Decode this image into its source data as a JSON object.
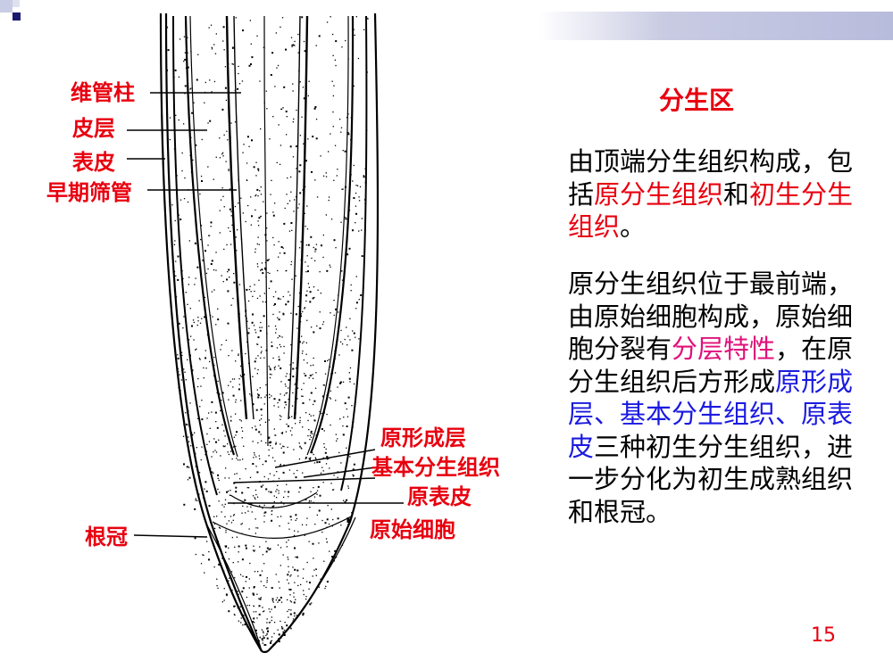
{
  "diagram": {
    "labels": {
      "vascular_cylinder": "维管柱",
      "cortex": "皮层",
      "epidermis": "表皮",
      "early_sieve_tube": "早期筛管",
      "procambium": "原形成层",
      "ground_meristem": "基本分生组织",
      "protoderm": "原表皮",
      "initial_cells": "原始细胞",
      "root_cap": "根冠"
    }
  },
  "content": {
    "title": "分生区",
    "para1": {
      "t1": "由顶端分生组织构成，包括",
      "h1": "原分生组织",
      "t2": "和",
      "h2": "初生分生组织",
      "t3": "。"
    },
    "para2": {
      "t1": "原分生组织位于最前端，由原始细胞构成，原始细胞分裂有",
      "h1": "分层特性",
      "t2": "，在原分生组织后方形成",
      "h2": "原形成层、基本分生组织、原表皮",
      "t3": "三种初生分生组织，进一步分化为初生成熟组织和根冠。"
    }
  },
  "page_number": "15",
  "colors": {
    "accent_red": "#e8000f",
    "highlight_magenta": "#e0107a",
    "highlight_blue": "#1a1ae0",
    "bullet_navy": "#1a1a6e"
  }
}
